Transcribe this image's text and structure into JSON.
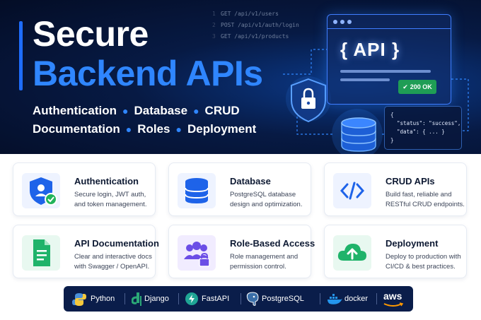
{
  "hero": {
    "title_line1": "Secure",
    "title_line2": "Backend APIs",
    "features_row1": [
      "Authentication",
      "Database",
      "CRUD"
    ],
    "features_row2": [
      "Documentation",
      "Roles",
      "Deployment"
    ],
    "code_lines": [
      "GET /api/v1/users",
      "POST /api/v1/auth/login",
      "GET /api/v1/products"
    ],
    "api_label": "{ API }",
    "status_badge": "200 OK",
    "json_snippet": "{\n  \"status\": \"success\",\n  \"data\": { ... }\n}",
    "colors": {
      "accent": "#2f86ff",
      "background": "#071a44",
      "success": "#1f9d55"
    }
  },
  "cards": [
    {
      "title": "Authentication",
      "desc": "Secure login, JWT auth, and token management.",
      "icon": "shield-user-icon"
    },
    {
      "title": "Database",
      "desc": "PostgreSQL database design and optimization.",
      "icon": "database-icon"
    },
    {
      "title": "CRUD APIs",
      "desc": "Build fast, reliable and RESTful CRUD endpoints.",
      "icon": "code-icon"
    },
    {
      "title": "API Documentation",
      "desc": "Clear and interactive docs with Swagger / OpenAPI.",
      "icon": "document-icon"
    },
    {
      "title": "Role-Based Access",
      "desc": "Role management and permission control.",
      "icon": "users-lock-icon"
    },
    {
      "title": "Deployment",
      "desc": "Deploy to production with CI/CD & best practices.",
      "icon": "cloud-upload-icon"
    }
  ],
  "tech_stack": [
    {
      "name": "Python",
      "icon": "python-icon"
    },
    {
      "name": "Django",
      "icon": "django-icon"
    },
    {
      "name": "FastAPI",
      "icon": "fastapi-icon"
    },
    {
      "name": "PostgreSQL",
      "icon": "postgresql-icon"
    },
    {
      "name": "docker",
      "icon": "docker-icon"
    },
    {
      "name": "aws",
      "icon": "aws-icon"
    }
  ]
}
